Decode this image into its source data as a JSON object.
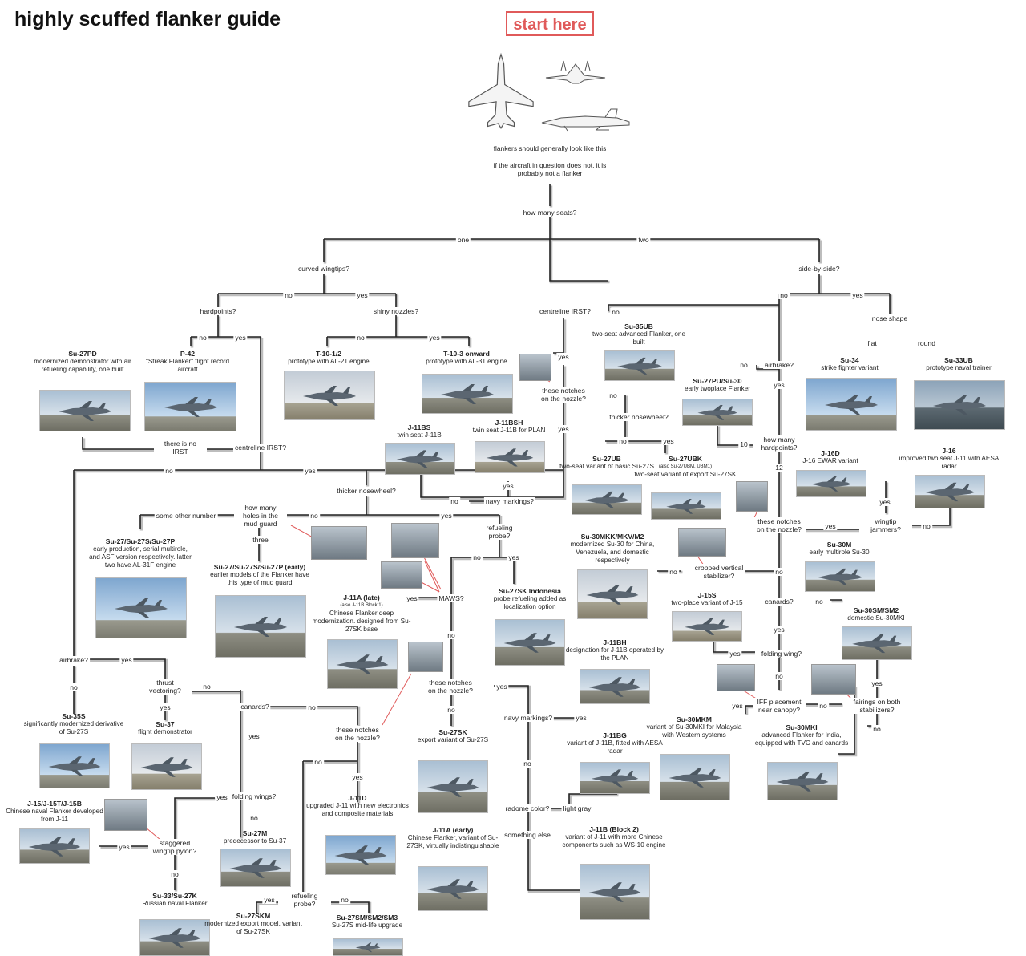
{
  "title": "highly scuffed flanker guide",
  "start": "start here",
  "intro": {
    "line1": "flankers should generally look like this",
    "line2": "if the aircraft in question does not, it is probably not a flanker"
  },
  "questions": {
    "seats": "how many seats?",
    "wingtips": "curved wingtips?",
    "sidebyside": "side-by-side?",
    "hardpoints": "hardpoints?",
    "shiny": "shiny nozzles?",
    "centreline_irst_two": "centreline IRST?",
    "nose_shape": "nose shape",
    "notches_nozzle_1": "these notches on the nozzle?",
    "airbrake_two": "airbrake?",
    "thicker_nose_two": "thicker nosewheel?",
    "how_many_hardpoints": "how many hardpoints?",
    "there_is_no_irst": "there is no IRST",
    "centreline_irst_one": "centreline IRST?",
    "thicker_nose_one": "thicker nosewheel?",
    "navy_markings_1": "navy markings?",
    "holes_mud": "how many holes in the mud guard",
    "refuel_probe_1": "refueling probe?",
    "notches_nozzle_2": "these notches on the nozzle?",
    "wingtip_jammers": "wingtip jammers?",
    "cropped_stab": "cropped vertical stabilizer?",
    "maws": "MAWS?",
    "canards_two": "canards?",
    "airbrake_one": "airbrake?",
    "thrust_vec": "thrust vectoring?",
    "canards_one": "canards?",
    "notches_nozzle_3": "these notches on the nozzle?",
    "notches_nozzle_4": "these notches on the nozzle?",
    "folding_wing_two": "folding wing?",
    "navy_markings_2": "navy markings?",
    "iff": "IFF placement near canopy?",
    "fairings": "fairings on both stabilizers?",
    "folding_wings_one": "folding wings?",
    "staggered": "staggered wingtip pylon?",
    "radome": "radome color?",
    "refuel_probe_2": "refueling probe?"
  },
  "answers": {
    "one": "one",
    "two": "two",
    "no": "no",
    "yes": "yes",
    "flat": "flat",
    "round": "round",
    "ten": "10",
    "twelve": "12",
    "three": "three",
    "other_number": "some other number",
    "light_gray": "light gray",
    "something_else": "something else"
  },
  "aircraft": {
    "su27pd": {
      "name": "Su-27PD",
      "desc": "modernized demonstrator with air refueling capability, one built"
    },
    "p42": {
      "name": "P-42",
      "desc": "\"Streak Flanker\" flight record aircraft"
    },
    "t10_12": {
      "name": "T-10-1/2",
      "desc": "prototype with AL-21 engine"
    },
    "t10_3": {
      "name": "T-10-3 onward",
      "desc": "prototype with AL-31 engine"
    },
    "su35ub": {
      "name": "Su-35UB",
      "desc": "two-seat advanced Flanker, one built"
    },
    "su34": {
      "name": "Su-34",
      "desc": "strike fighter variant"
    },
    "su33ub": {
      "name": "Su-33UB",
      "desc": "prototype naval trainer"
    },
    "su27pu": {
      "name": "Su-27PU/Su-30",
      "desc": "early twoplace Flanker"
    },
    "j11bs": {
      "name": "J-11BS",
      "desc": "twin seat J-11B"
    },
    "j11bsh": {
      "name": "J-11BSH",
      "desc": "twin seat J-11B for PLAN"
    },
    "su27ub": {
      "name": "Su-27UB",
      "desc": "two-seat variant of basic Su-27S"
    },
    "su27ubk": {
      "name": "Su-27UBK",
      "sub": "(also Su-27UBM, UBM1)",
      "desc": "two-seat variant of export Su-27SK"
    },
    "j16d": {
      "name": "J-16D",
      "desc": "J-16 EWAR variant"
    },
    "j16": {
      "name": "J-16",
      "desc": "improved two seat J-11 with AESA radar"
    },
    "su27_early": {
      "name": "Su-27/Su-27S/Su-27P",
      "desc": "early production, serial multirole, and ASF version respectively. latter two have AL-31F engine"
    },
    "su27_early2": {
      "name": "Su-27/Su-27S/Su-27P (early)",
      "desc": "earlier models of the Flanker have this type of mud guard"
    },
    "su30mkk": {
      "name": "Su-30MKK/MKV/M2",
      "desc": "modernized Su-30 for China, Venezuela, and domestic respectively"
    },
    "su30m": {
      "name": "Su-30M",
      "desc": "early multirole Su-30"
    },
    "j11a_late": {
      "name": "J-11A (late)",
      "sub": "(also J-11B Block 1)",
      "desc": "Chinese Flanker deep modernization. designed from Su-27SK base"
    },
    "su27sk_indo": {
      "name": "Su-27SK Indonesia",
      "desc": "probe refueling added as localization option"
    },
    "j15s": {
      "name": "J-15S",
      "desc": "two-place variant of J-15"
    },
    "su30sm": {
      "name": "Su-30SM/SM2",
      "desc": "domestic Su-30MKI"
    },
    "j11bh": {
      "name": "J-11BH",
      "desc": "designation for J-11B operated by the PLAN"
    },
    "su35s": {
      "name": "Su-35S",
      "desc": "significantly modernized derivative of Su-27S"
    },
    "su37": {
      "name": "Su-37",
      "desc": "flight demonstrator"
    },
    "su27sk": {
      "name": "Su-27SK",
      "desc": "export variant of Su-27S"
    },
    "su30mkm": {
      "name": "Su-30MKM",
      "desc": "variant of Su-30MKI for Malaysia with Western systems"
    },
    "su30mki": {
      "name": "Su-30MKI",
      "desc": "advanced Flanker for India, equipped with TVC and canards"
    },
    "j11bg": {
      "name": "J-11BG",
      "desc": "variant of J-11B, fitted with AESA radar"
    },
    "j15": {
      "name": "J-15/J-15T/J-15B",
      "desc": "Chinese naval Flanker developed from J-11"
    },
    "su27m": {
      "name": "Su-27M",
      "desc": "predecessor to Su-37"
    },
    "j11d": {
      "name": "J-11D",
      "desc": "upgraded J-11 with new electronics and composite materials"
    },
    "j11a_early": {
      "name": "J-11A (early)",
      "desc": "Chinese Flanker, variant of Su-27SK, virtually indistinguishable"
    },
    "j11b_blk2": {
      "name": "J-11B (Block 2)",
      "desc": "variant of J-11 with more Chinese components such as WS-10 engine"
    },
    "su33": {
      "name": "Su-33/Su-27K",
      "desc": "Russian naval Flanker"
    },
    "su27skm": {
      "name": "Su-27SKM",
      "desc": "modernized export model, variant of Su-27SK"
    },
    "su27sm": {
      "name": "Su-27SM/SM2/SM3",
      "desc": "Su-27S mid-life upgrade"
    }
  },
  "colors": {
    "accent": "#e05a5a",
    "line": "#222222",
    "lineShadow": "#bdbdbd"
  }
}
